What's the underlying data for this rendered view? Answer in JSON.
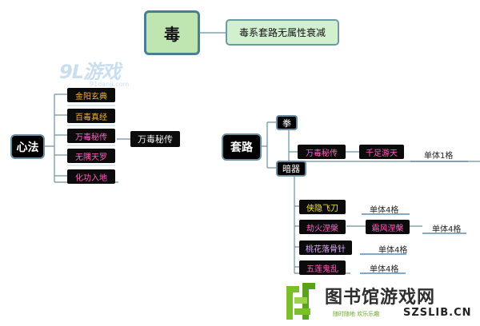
{
  "root": {
    "label": "毒",
    "note": "毒系套路无属性衰减"
  },
  "xinfa": {
    "label": "心法",
    "items": [
      {
        "label": "金阳玄典",
        "color": "#f0b040"
      },
      {
        "label": "百毒真经",
        "color": "#f0b040"
      },
      {
        "label": "万毒秘传",
        "color": "#ff62c0"
      },
      {
        "label": "无隅天罗",
        "color": "#ff62c0"
      },
      {
        "label": "化功入地",
        "color": "#ff62c0"
      }
    ],
    "sub_label": "万毒秘传"
  },
  "taolu": {
    "label": "套路",
    "fist": {
      "label": "拳",
      "items": [
        {
          "label": "万毒秘传",
          "color": "#ff62c0"
        },
        {
          "label": "千足游天",
          "color": "#ff62c0"
        }
      ],
      "effect": "单体1格"
    },
    "hidden_weapon": {
      "label": "暗器",
      "items": [
        {
          "label": "侠隐飞刀",
          "color": "#f2e24a",
          "effect": "单体4格"
        },
        {
          "label": "劫火涅槃",
          "color": "#ff62c0"
        },
        {
          "label": "霜风涅槃",
          "color": "#ff62c0",
          "effect": "单体4格"
        },
        {
          "label": "桃花落骨针",
          "color": "#e0a6ff",
          "effect": "单体4格"
        },
        {
          "label": "五莲鬼乱",
          "color": "#ff62c0",
          "effect": "单体4格"
        }
      ]
    }
  },
  "watermark": {
    "brand": "9L游戏",
    "domain": "91danji.com"
  },
  "site": {
    "title": "图书馆游戏网",
    "slogan": "随时随地  欢乐乐趣",
    "domain": "SZSLIB.CN"
  }
}
